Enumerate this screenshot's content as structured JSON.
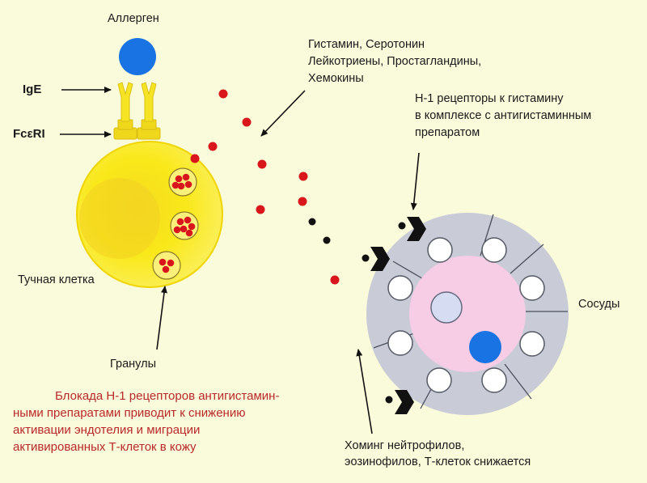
{
  "labels": {
    "allergen": "Аллерген",
    "ige": "IgE",
    "fceri": "FcεRI",
    "mast_cell": "Тучная клетка",
    "granules": "Гранулы",
    "mediators": [
      "Гистамин, Серотонин",
      "Лейкотриены, Простагландины,",
      "Хемокины"
    ],
    "h1_receptors": [
      "Н-1 рецепторы к гистамину",
      "в комплексе с антигистаминным",
      "препаратом"
    ],
    "vessels": "Сосуды",
    "homing": [
      "Хоминг нейтрофилов,",
      "эозинофилов, Т-клеток снижается"
    ],
    "conclusion": [
      "Блокада Н-1 рецепторов антигистамин-",
      "ными препаратами приводит к снижению",
      "активации эндотелия и миграции",
      "активированных Т-клеток в кожу"
    ]
  },
  "colors": {
    "background": "#fafbdb",
    "mast_cell": "#f9e81a",
    "allergen": "#1a73e2",
    "mediator": "#d9161c",
    "vessel_wall": "#c9ccd6",
    "vessel_lumen": "#f7cde5",
    "conclusion_text": "#b9282a"
  }
}
